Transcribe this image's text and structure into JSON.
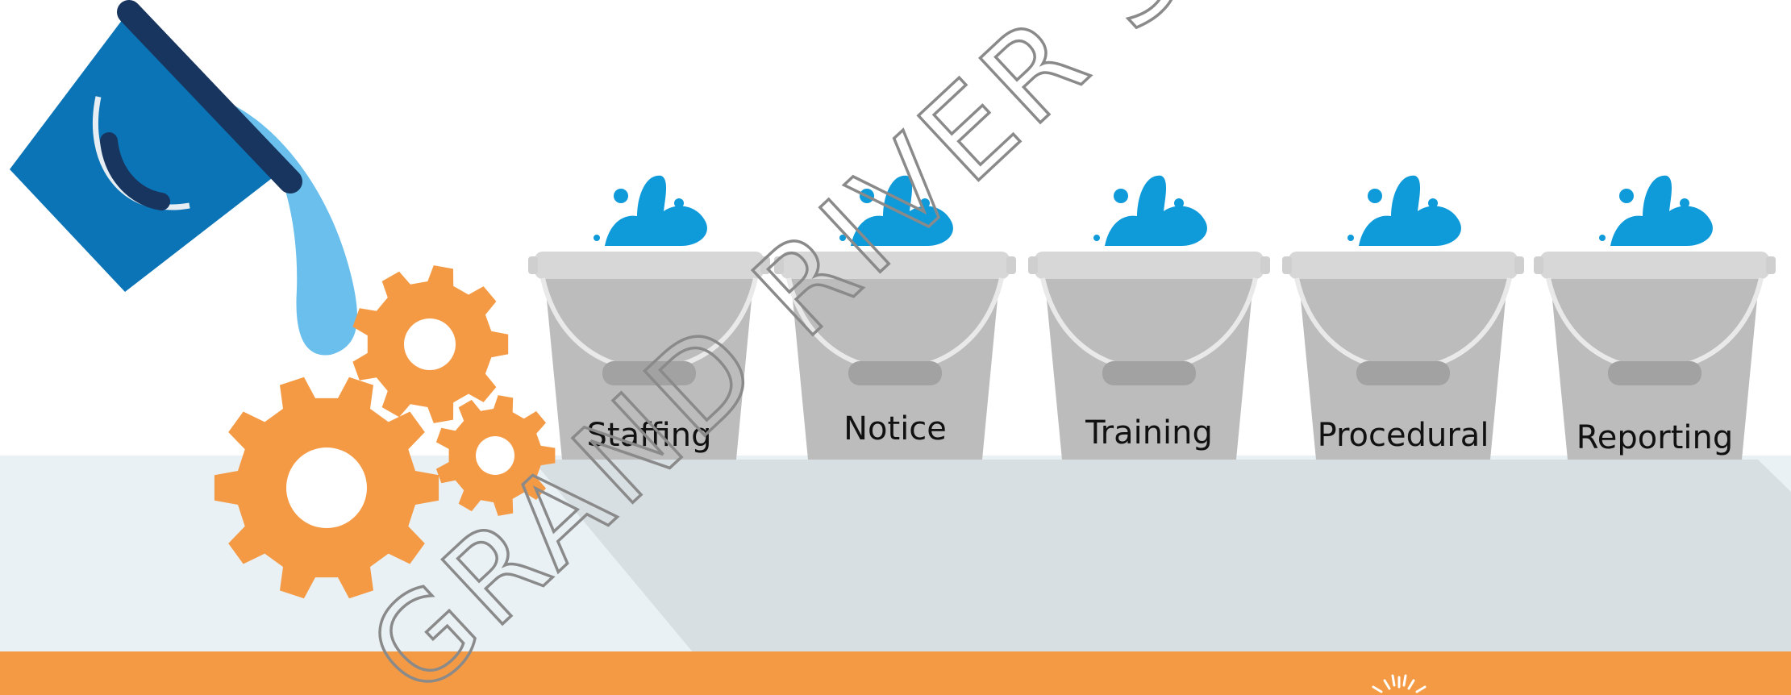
{
  "buckets": [
    {
      "label": "Staffing"
    },
    {
      "label": "Notice"
    },
    {
      "label": "Training"
    },
    {
      "label": "Procedural"
    },
    {
      "label": "Reporting"
    }
  ],
  "watermark": {
    "text": "GRAND RIVER SOLUTIONS"
  },
  "colors": {
    "bucket_blue": "#0b74b6",
    "bucket_rim": "#17355e",
    "water": "#6bbfec",
    "splash": "#0f9ad9",
    "gear": "#f59a44",
    "bucket_grey": "#bcbcbc",
    "bucket_rim_grey": "#d7d7d7",
    "bucket_handle": "#a2a2a2",
    "belt": "#d8dfe3",
    "floor": "#e9f1f5",
    "footer": "#f59a44"
  },
  "icons": [
    "bucket-pour-icon",
    "water-stream-icon",
    "gear-icon",
    "splash-icon",
    "bucket-icon",
    "sun-logo-icon"
  ]
}
